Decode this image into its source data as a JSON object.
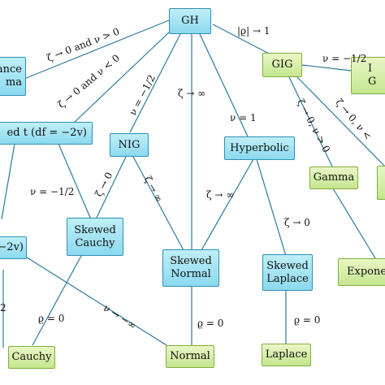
{
  "nodes": {
    "gh": "GH",
    "gig": "GIG",
    "nig": "NIG",
    "hyperbolic": "Hyperbolic",
    "skewed_t": "ed t (df = −2v)",
    "gamma_left_line1": "ance",
    "gamma_left_line2": "ma",
    "skewed_cauchy_line1": "Skewed",
    "skewed_cauchy_line2": "Cauchy",
    "skewed_normal_line1": "Skewed",
    "skewed_normal_line2": "Normal",
    "skewed_laplace_line1": "Skewed",
    "skewed_laplace_line2": "Laplace",
    "gamma": "Gamma",
    "exponential": "Expone",
    "right_top_line1": "I",
    "right_top_line2": "G",
    "cauchy": "Cauchy",
    "normal": "Normal",
    "laplace": "Laplace",
    "left_mid": "−2v)"
  },
  "labels": {
    "gh_left": "ζ → 0 and ν > 0",
    "gh_gig": "|ϱ| → 1",
    "gh_left2": "ζ → 0 and ν < 0",
    "gh_nig": "ν = −1/2",
    "gh_normal": "ζ → ∞",
    "gh_hyp": "ν = 1",
    "gig_right": "ν = −1/2",
    "gig_gamma": "ζ → 0, ν > 0",
    "gig_right2": "ζ → 0, ν <",
    "t_cauchy": "ν = −1/2",
    "nig_cauchy": "ζ → 0",
    "nig_normal": "ζ → ∞",
    "hyp_normal": "ζ → ∞",
    "hyp_laplace": "ζ → 0",
    "cauchy_rho": "ϱ = 0",
    "normal_nu": "ν → −∞",
    "normal_rho": "ϱ = 0",
    "laplace_rho": "ϱ = 0",
    "left_edge": "2"
  },
  "colors": {
    "blue_fill": "#9fe3f3",
    "blue_border": "#2f8fb5",
    "green_fill": "#d5eea8",
    "green_border": "#7fae3a",
    "edge": "#2a7aa0"
  }
}
